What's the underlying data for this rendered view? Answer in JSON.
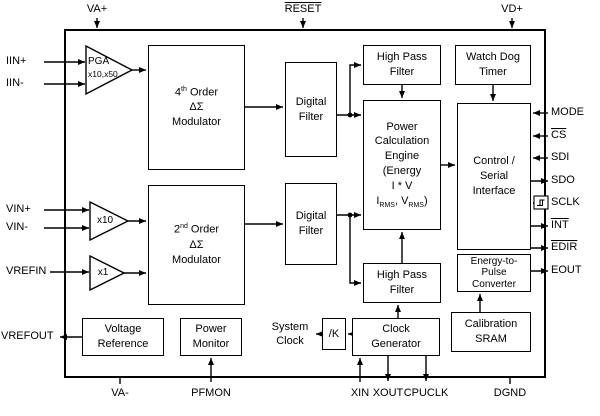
{
  "colors": {
    "line": "#000000",
    "background": "#ffffff"
  },
  "pins": {
    "top": {
      "va_plus": "VA+",
      "reset": "RESET",
      "vd_plus": "VD+"
    },
    "left": {
      "iin_plus": "IIN+",
      "iin_minus": "IIN-",
      "vin_plus": "VIN+",
      "vin_minus": "VIN-",
      "vrefin": "VREFIN",
      "vrefout": "VREFOUT"
    },
    "right": {
      "mode": "MODE",
      "cs": "CS",
      "sdi": "SDI",
      "sdo": "SDO",
      "sclk": "SCLK",
      "int": "INT",
      "edir": "EDIR",
      "eout": "EOUT"
    },
    "bottom": {
      "va_minus": "VA-",
      "pfmon": "PFMON",
      "xin": "XIN",
      "xout": "XOUT",
      "cpuclk": "CPUCLK",
      "dgnd": "DGND"
    }
  },
  "amps": {
    "pga": {
      "name": "PGA",
      "gains": "x10,x50"
    },
    "x10": {
      "gain": "x10"
    },
    "x1": {
      "gain": "x1"
    }
  },
  "blocks": {
    "mod4": {
      "num": "4",
      "sup": "th",
      "rest": "Order",
      "sym": "ΔΣ",
      "word": "Modulator"
    },
    "mod2": {
      "num": "2",
      "sup": "nd",
      "rest": "Order",
      "sym": "ΔΣ",
      "word": "Modulator"
    },
    "df_top": {
      "l1": "Digital",
      "l2": "Filter"
    },
    "df_bot": {
      "l1": "Digital",
      "l2": "Filter"
    },
    "hpf_top": {
      "l1": "High Pass",
      "l2": "Filter"
    },
    "hpf_bot": {
      "l1": "High Pass",
      "l2": "Filter"
    },
    "wdt": {
      "l1": "Watch Dog",
      "l2": "Timer"
    },
    "pce": {
      "l1": "Power",
      "l2": "Calculation",
      "l3": "Engine",
      "l4": "(Energy",
      "l5": "I * V",
      "p1": "I",
      "p2": "RMS",
      "p3": ", V",
      "p4": "RMS",
      "p5": ")"
    },
    "csi": {
      "l1": "Control /",
      "l2": "Serial",
      "l3": "Interface"
    },
    "e2p": {
      "l1": "Energy-to-",
      "l2": "Pulse",
      "l3": "Converter"
    },
    "vref": {
      "l1": "Voltage",
      "l2": "Reference"
    },
    "pmon": {
      "l1": "Power",
      "l2": "Monitor"
    },
    "sysclk": {
      "l1": "System",
      "l2": "Clock"
    },
    "divk": {
      "label": "/K"
    },
    "clkgen": {
      "l1": "Clock",
      "l2": "Generator"
    },
    "sram": {
      "l1": "Calibration",
      "l2": "SRAM"
    }
  }
}
